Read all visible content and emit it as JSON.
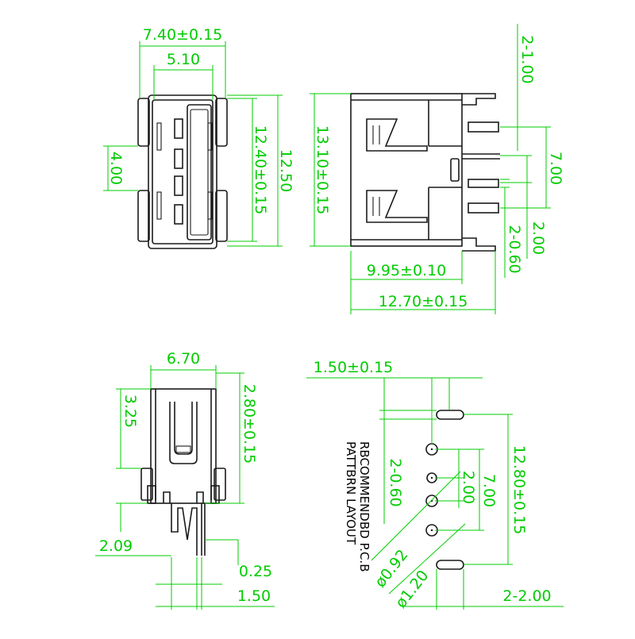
{
  "colors": {
    "dimension": "#00cc00",
    "outline": "#1a1a1a",
    "background": "#ffffff"
  },
  "front_view": {
    "width_total": "7.40±0.15",
    "width_opening": "5.10",
    "height_tabs": "4.00",
    "height_body": "12.40±0.15",
    "height_total": "12.50"
  },
  "side_view": {
    "height": "13.10±0.15",
    "pin_pitch": "2-1.00",
    "pin_span": "7.00",
    "tab_spacing": "2.00",
    "tab_width": "2-0.60",
    "body_depth": "9.95±0.10",
    "total_depth": "12.70±0.15"
  },
  "bottom_view": {
    "width": "6.70",
    "tab_height": "3.25",
    "pin_length": "2.80±0.15",
    "offset": "2.09",
    "pin_thickness": "0.25",
    "pin_gap": "1.50"
  },
  "pcb_layout": {
    "title_line1": "RBCOMMENDBD P.C.B",
    "title_line2": "PATTBRN LAYOUT",
    "slot_offset": "1.50±0.15",
    "slot_width": "2-0.60",
    "pin_span": "7.00",
    "pin_spacing": "2.00",
    "height": "12.80±0.15",
    "hole_small": "ø0.92",
    "hole_large": "ø1.20",
    "slot_length": "2-2.00"
  }
}
